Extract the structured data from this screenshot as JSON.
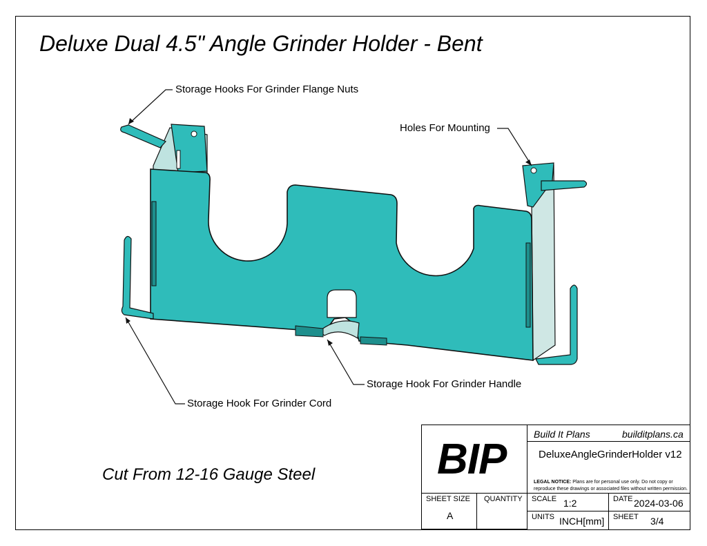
{
  "title": "Deluxe Dual 4.5\" Angle Grinder Holder - Bent",
  "callouts": {
    "flange_hooks": "Storage Hooks For Grinder Flange Nuts",
    "mount_holes": "Holes For Mounting",
    "handle_hook": "Storage Hook For Grinder Handle",
    "cord_hook": "Storage Hook For Grinder Cord"
  },
  "material_note": "Cut From 12-16 Gauge Steel",
  "title_block": {
    "logo": "BIP",
    "brand": "Build It Plans",
    "website": "builditplans.ca",
    "model": "DeluxeAngleGrinderHolder v12",
    "legal_heading": "LEGAL NOTICE:",
    "legal_text": "Plans are for personal use only. Do not copy or reproduce these drawings or associated files without written permission.",
    "sheet_size_label": "SHEET SIZE",
    "sheet_size": "A",
    "quantity_label": "QUANTITY",
    "quantity": "",
    "scale_label": "SCALE",
    "scale": "1:2",
    "date_label": "DATE",
    "date": "2024-03-06",
    "units_label": "UNITS",
    "units": "INCH[mm]",
    "sheet_label": "SHEET",
    "sheet": "3/4"
  },
  "colors": {
    "part_face": "#2fbcba",
    "part_dark": "#1e8f8d",
    "part_side": "#cfe7e4",
    "outline": "#111111"
  }
}
